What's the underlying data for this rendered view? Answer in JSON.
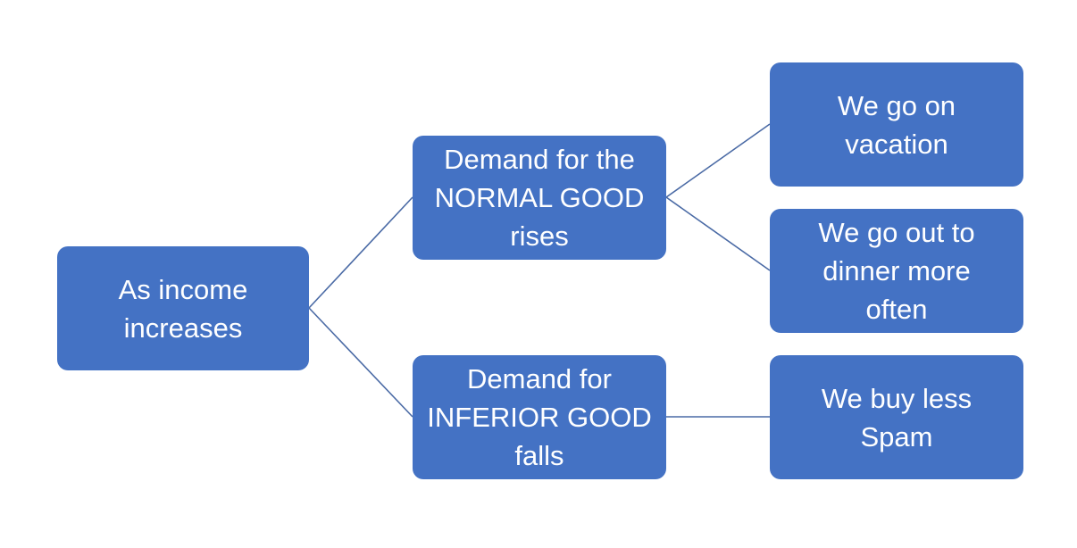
{
  "diagram": {
    "node_color": "#4472c4",
    "connector_color": "#4a6aa5",
    "text_color": "#ffffff",
    "nodes": {
      "root": {
        "lines": [
          "As income",
          "increases"
        ]
      },
      "normal": {
        "lines": [
          "Demand for the",
          "NORMAL GOOD",
          "rises"
        ]
      },
      "inferior": {
        "lines": [
          "Demand for",
          "INFERIOR GOOD",
          "falls"
        ]
      },
      "vacation": {
        "lines": [
          "We go on",
          "vacation"
        ]
      },
      "dinner": {
        "lines": [
          "We go out to",
          "dinner more",
          "often"
        ]
      },
      "spam": {
        "lines": [
          "We buy less",
          "Spam"
        ]
      }
    },
    "edges": [
      [
        "root",
        "normal"
      ],
      [
        "root",
        "inferior"
      ],
      [
        "normal",
        "vacation"
      ],
      [
        "normal",
        "dinner"
      ],
      [
        "inferior",
        "spam"
      ]
    ]
  }
}
